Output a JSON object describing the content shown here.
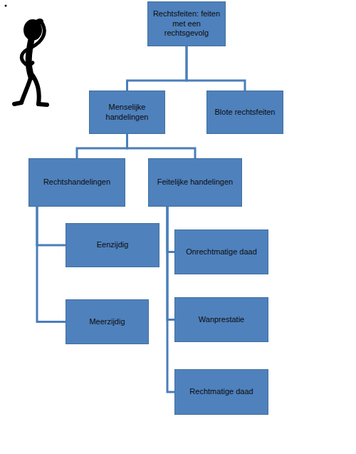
{
  "diagram": {
    "nodes": [
      {
        "text": [
          "Rechtsfeiten: feiten met een rechtsgevolg"
        ]
      },
      {
        "text": [
          "Menselijke handelingen"
        ]
      },
      {
        "text": [
          "Blote rechtsfeiten"
        ]
      },
      {
        "text": [
          "Rechtshandelingen"
        ]
      },
      {
        "text": [
          "Feitelijke handelingen"
        ]
      },
      {
        "text": [
          "Eenzijdig"
        ]
      },
      {
        "text": [
          "Onrechtmatige daad"
        ]
      },
      {
        "text": [
          "Meerzijdig"
        ]
      },
      {
        "text": [
          "Wanprestatie"
        ]
      },
      {
        "text": [
          "Rechtmatige daad"
        ]
      }
    ],
    "edges": [
      {
        "from": 0,
        "to": 1,
        "arrow": "none"
      },
      {
        "from": 0,
        "to": 2,
        "arrow": "none"
      },
      {
        "from": 1,
        "to": 3,
        "arrow": "none"
      },
      {
        "from": 1,
        "to": 4,
        "arrow": "none"
      },
      {
        "from": 3,
        "to": 5,
        "arrow": "none"
      },
      {
        "from": 3,
        "to": 7,
        "arrow": "none"
      },
      {
        "from": 4,
        "to": 6,
        "arrow": "none"
      },
      {
        "from": 4,
        "to": 8,
        "arrow": "none"
      },
      {
        "from": 4,
        "to": 9,
        "arrow": "none"
      }
    ]
  }
}
